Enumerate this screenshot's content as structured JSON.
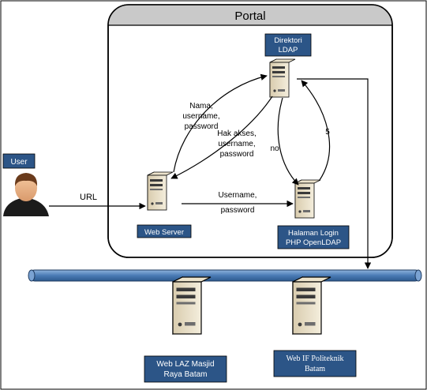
{
  "portal": {
    "title": "Portal"
  },
  "user": {
    "label": "User",
    "icon": "user-avatar-icon"
  },
  "nodes": {
    "ldap": {
      "label_lines": [
        "Direktori",
        "LDAP"
      ],
      "icon": "server-icon"
    },
    "web_server": {
      "label": "Web Server",
      "icon": "server-icon"
    },
    "login": {
      "label_lines": [
        "Halaman Login",
        "PHP OpenLDAP"
      ],
      "icon": "server-icon"
    },
    "web_laz": {
      "label_lines": [
        "Web LAZ Masjid",
        "Raya Batam"
      ],
      "icon": "server-icon"
    },
    "web_if": {
      "label_lines": [
        "Web IF Politeknik",
        "Batam"
      ],
      "icon": "server-icon"
    }
  },
  "edges": {
    "url": "URL",
    "nama": [
      "Nama,",
      "username,",
      "password"
    ],
    "hak_akses": [
      "Hak akses,",
      "username,",
      "password"
    ],
    "username_password": [
      "Username,",
      "password"
    ],
    "no": "no",
    "five": "5"
  },
  "colors": {
    "label_box_fill": "#2c5587",
    "label_text": "#ffffff",
    "bus_fill": "#4a7bb5",
    "bus_stroke": "#1e3a5f",
    "portal_title_fill": "#c9c9c9"
  }
}
